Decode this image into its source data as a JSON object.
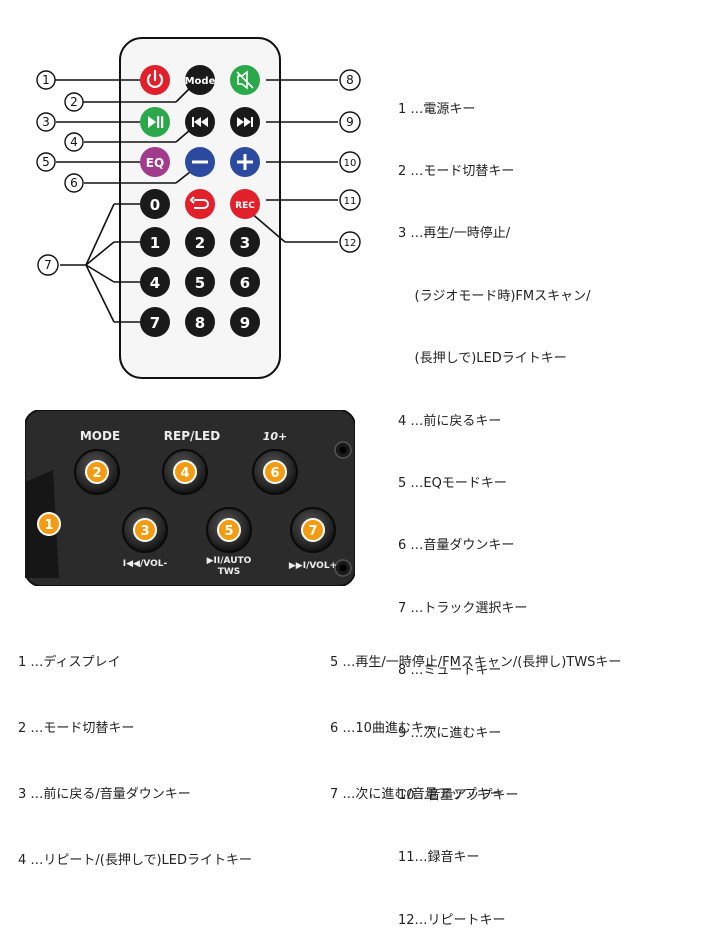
{
  "remote": {
    "buttons": {
      "power": "",
      "mode": "Mode",
      "mute": "",
      "play_pause": "",
      "prev": "",
      "next": "",
      "eq": "EQ",
      "vol_down": "",
      "vol_up": "",
      "zero": "0",
      "repeat": "",
      "rec": "REC",
      "one": "1",
      "two": "2",
      "three": "3",
      "four": "4",
      "five": "5",
      "six": "6",
      "seven": "7",
      "eight": "8",
      "nine": "9"
    },
    "callouts": [
      "1",
      "2",
      "3",
      "4",
      "5",
      "6",
      "7",
      "8",
      "9",
      "10",
      "11",
      "12"
    ],
    "legend": [
      "1 …電源キー",
      "2 …モード切替キー",
      "3 …再生/一時停止/",
      "    (ラジオモード時)FMスキャン/",
      "    (長押しで)LEDライトキー",
      "4 …前に戻るキー",
      "5 …EQモードキー",
      "6 …音量ダウンキー",
      "7 …トラック選択キー",
      "8 …ミュートキー",
      "9 …次に進むキー",
      "10…音量アップキー",
      "11…録音キー",
      "12…リピートキー"
    ]
  },
  "panel": {
    "labels": {
      "mode": "MODE",
      "rep_led": "REP/LED",
      "ten_plus": "10+",
      "vol_minus": "I◀◀/VOL-",
      "auto_tws_1": "▶II/AUTO",
      "auto_tws_2": "TWS",
      "vol_plus": "▶▶I/VOL+"
    },
    "callouts": [
      "1",
      "2",
      "3",
      "4",
      "5",
      "6",
      "7"
    ],
    "legend_left": [
      "1 …ディスプレイ",
      "2 …モード切替キー",
      "3 …前に戻る/音量ダウンキー",
      "4 …リピート/(長押しで)LEDライトキー"
    ],
    "legend_right": [
      "5 …再生/一時停止/FMスキャン/(長押し)TWSキー",
      "6 …10曲進むキー",
      "7 …次に進む/音量アップキー"
    ]
  }
}
